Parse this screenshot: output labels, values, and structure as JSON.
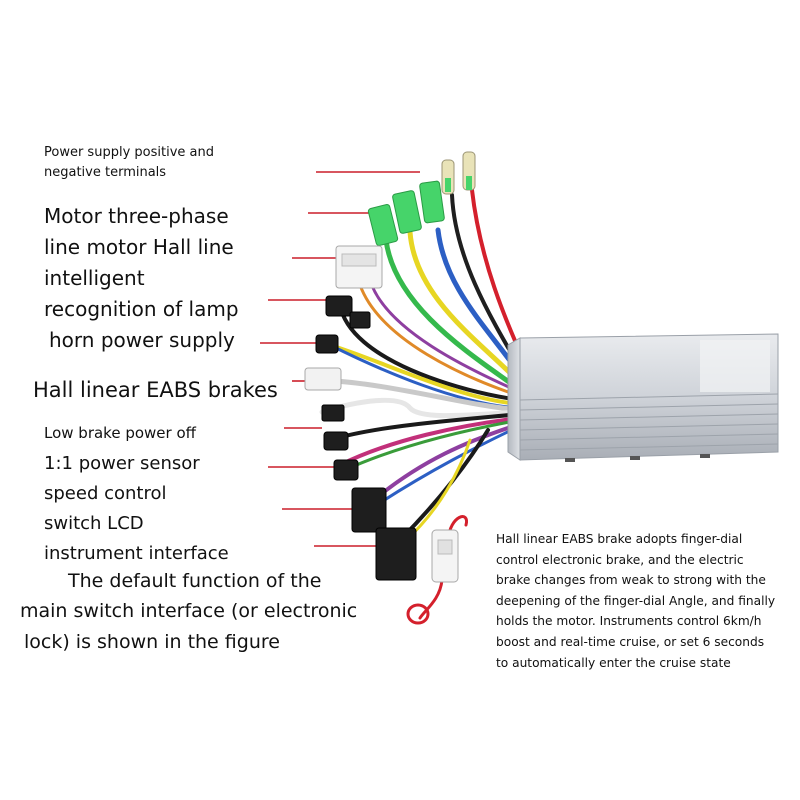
{
  "labels": {
    "power_supply_1": "Power supply positive and",
    "power_supply_2": "negative terminals",
    "motor_1": "Motor three-phase",
    "motor_2": "line motor Hall line",
    "motor_3": "intelligent",
    "motor_4": "recognition of lamp",
    "motor_5": "horn power supply",
    "hall_brakes": "Hall linear EABS brakes",
    "low_brake": "Low brake power off",
    "sensor_1": "1:1 power sensor",
    "sensor_2": "speed control",
    "sensor_3": "switch LCD",
    "sensor_4": "instrument interface",
    "default_1": "The default function of the",
    "default_2": "main switch interface (or electronic",
    "default_3": "lock) is shown in the figure"
  },
  "description": {
    "line_1": "Hall linear EABS brake adopts finger-dial",
    "line_2": "control electronic brake, and the electric",
    "line_3": "brake changes from weak to strong with the",
    "line_4": "deepening of the finger-dial Angle, and finally",
    "line_5": " holds the motor. Instruments control 6km/h",
    "line_6": "boost and real-time cruise, or set 6 seconds",
    "line_7": "to automatically enter the cruise state"
  },
  "colors": {
    "pointer": "#cc1f2a",
    "phase_connector": "#46d46a",
    "controller_body": "#cfd3d9"
  }
}
